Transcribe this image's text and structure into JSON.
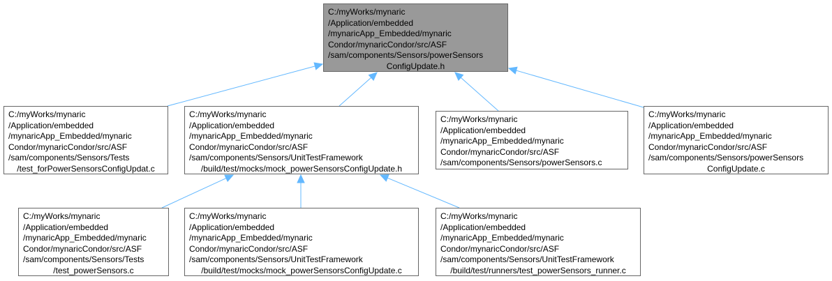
{
  "diagram": {
    "colors": {
      "edge": "#63b8ff",
      "node_border": "#666666",
      "root_fill": "#999999",
      "node_fill": "#ffffff"
    },
    "nodes": [
      {
        "id": "root",
        "lines": [
          "C:/myWorks/mynaric",
          "/Application/embedded",
          "/mynaricApp_Embedded/mynaric",
          "Condor/mynaricCondor/src/ASF",
          "/sam/components/Sensors/powerSensors",
          "ConfigUpdate.h"
        ]
      },
      {
        "id": "test-forpowersensorsconfigupdat",
        "lines": [
          "C:/myWorks/mynaric",
          "/Application/embedded",
          "/mynaricApp_Embedded/mynaric",
          "Condor/mynaricCondor/src/ASF",
          "/sam/components/Sensors/Tests",
          "/test_forPowerSensorsConfigUpdat.c"
        ]
      },
      {
        "id": "mock-powersensorsconfigupdate-h",
        "lines": [
          "C:/myWorks/mynaric",
          "/Application/embedded",
          "/mynaricApp_Embedded/mynaric",
          "Condor/mynaricCondor/src/ASF",
          "/sam/components/Sensors/UnitTestFramework",
          "/build/test/mocks/mock_powerSensorsConfigUpdate.h"
        ]
      },
      {
        "id": "powersensors-c",
        "lines": [
          "C:/myWorks/mynaric",
          "/Application/embedded",
          "/mynaricApp_Embedded/mynaric",
          "Condor/mynaricCondor/src/ASF",
          "/sam/components/Sensors/powerSensors.c"
        ]
      },
      {
        "id": "powersensorsconfigupdate-c",
        "lines": [
          "C:/myWorks/mynaric",
          "/Application/embedded",
          "/mynaricApp_Embedded/mynaric",
          "Condor/mynaricCondor/src/ASF",
          "/sam/components/Sensors/powerSensors",
          "ConfigUpdate.c"
        ]
      },
      {
        "id": "test-powersensors-c",
        "lines": [
          "C:/myWorks/mynaric",
          "/Application/embedded",
          "/mynaricApp_Embedded/mynaric",
          "Condor/mynaricCondor/src/ASF",
          "/sam/components/Sensors/Tests",
          "/test_powerSensors.c"
        ]
      },
      {
        "id": "mock-powersensorsconfigupdate-c",
        "lines": [
          "C:/myWorks/mynaric",
          "/Application/embedded",
          "/mynaricApp_Embedded/mynaric",
          "Condor/mynaricCondor/src/ASF",
          "/sam/components/Sensors/UnitTestFramework",
          "/build/test/mocks/mock_powerSensorsConfigUpdate.c"
        ]
      },
      {
        "id": "test-powersensors-runner-c",
        "lines": [
          "C:/myWorks/mynaric",
          "/Application/embedded",
          "/mynaricApp_Embedded/mynaric",
          "Condor/mynaricCondor/src/ASF",
          "/sam/components/Sensors/UnitTestFramework",
          "/build/test/runners/test_powerSensors_runner.c"
        ]
      }
    ],
    "edges": [
      {
        "from": "test-forpowersensorsconfigupdat",
        "to": "root"
      },
      {
        "from": "mock-powersensorsconfigupdate-h",
        "to": "root"
      },
      {
        "from": "powersensors-c",
        "to": "root"
      },
      {
        "from": "powersensorsconfigupdate-c",
        "to": "root"
      },
      {
        "from": "test-powersensors-c",
        "to": "mock-powersensorsconfigupdate-h"
      },
      {
        "from": "mock-powersensorsconfigupdate-c",
        "to": "mock-powersensorsconfigupdate-h"
      },
      {
        "from": "test-powersensors-runner-c",
        "to": "mock-powersensorsconfigupdate-h"
      }
    ]
  }
}
